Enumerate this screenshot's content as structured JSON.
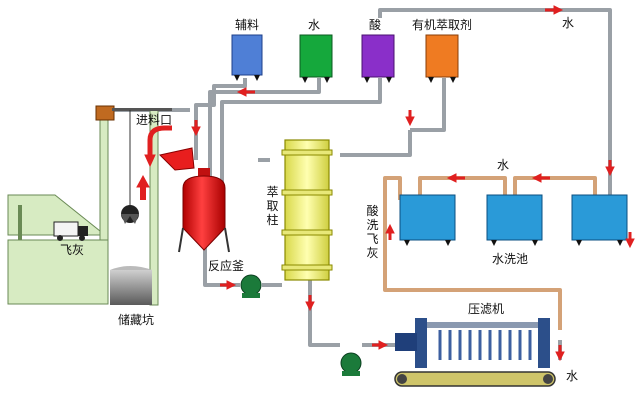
{
  "labels": {
    "auxiliary": "辅料",
    "water_tank": "水",
    "acid": "酸",
    "organic_extractant": "有机萃取剂",
    "water_top_right": "水",
    "feed_inlet": "进料口",
    "fly_ash": "飞灰",
    "storage_pit": "储藏坑",
    "reactor": "反应釜",
    "extraction_column": "萃取柱",
    "acid_washed_fly_ash": "酸洗飞灰",
    "water_mid": "水",
    "washing_pool": "水洗池",
    "filter_press": "压滤机",
    "water_bottom": "水"
  },
  "colors": {
    "auxiliary_tank": "#4f7fd6",
    "water_tank": "#15a83c",
    "acid_tank": "#8a2fc9",
    "extractant_tank": "#ef7b22",
    "reactor": "#e81e1e",
    "column": "#f0f07a",
    "wash_tank": "#2a9ad8",
    "arrow": "#e02020",
    "building": "#d7ebc2"
  },
  "icons": [
    "truck-icon",
    "grab-bucket-icon",
    "pump-icon",
    "conveyor-icon"
  ]
}
